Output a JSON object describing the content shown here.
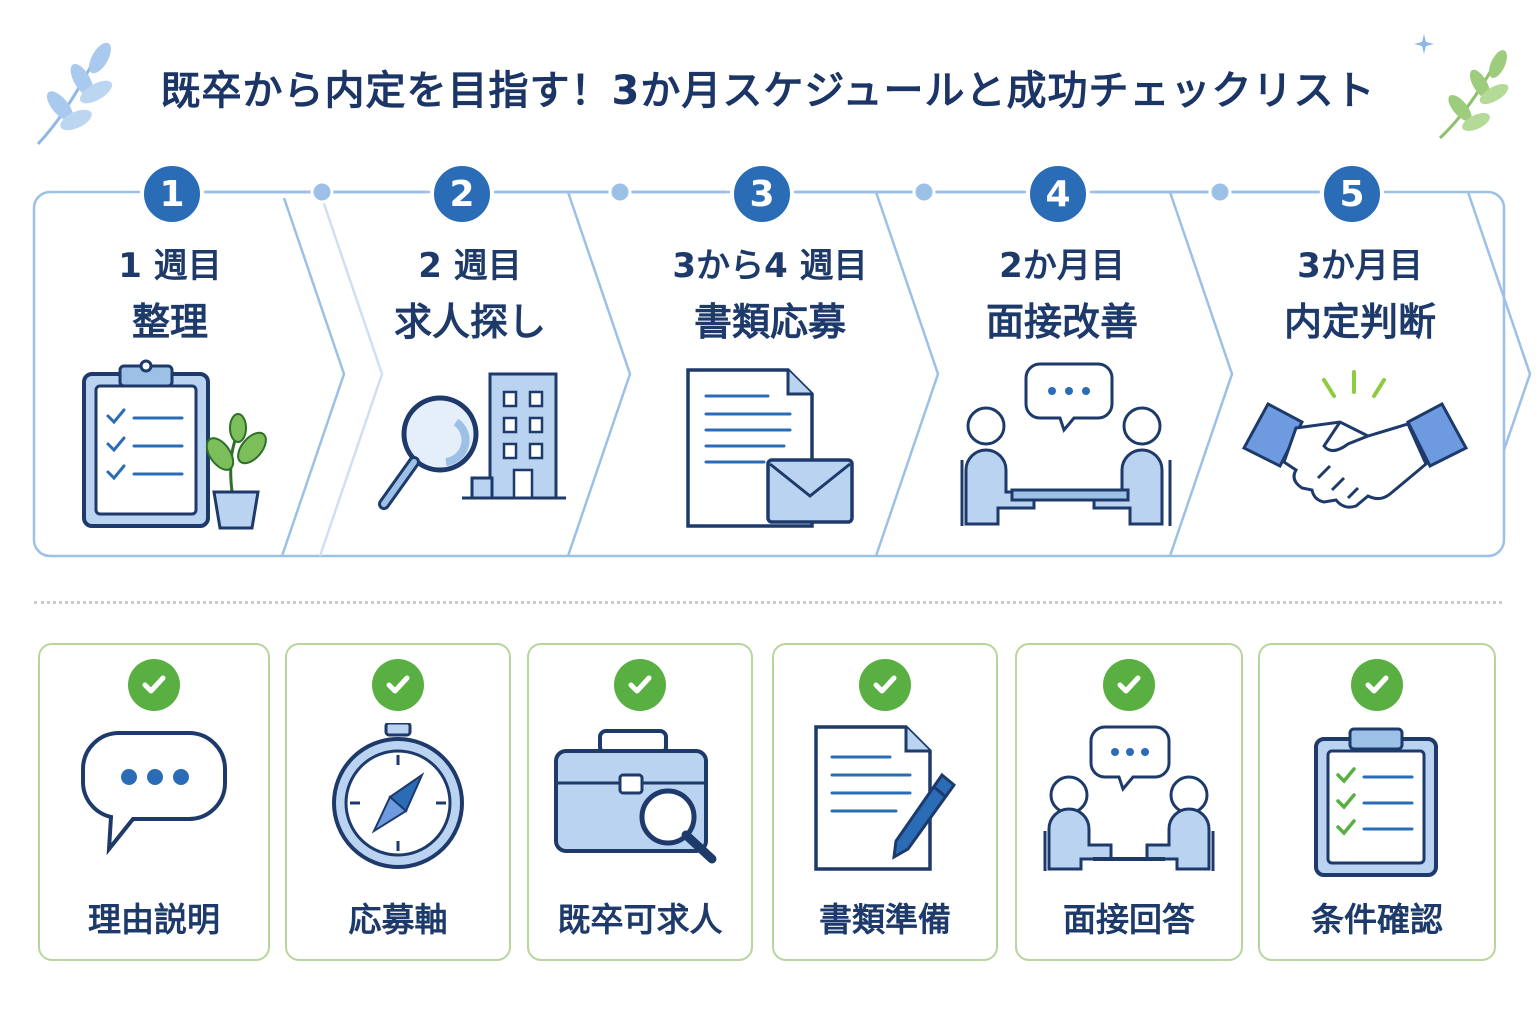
{
  "title": "既卒から内定を目指す！3か月スケジュールと成功チェックリスト",
  "schedule": [
    {
      "number": "1",
      "when": "1 週目",
      "what": "整理",
      "icon": "clipboard-plant-icon"
    },
    {
      "number": "2",
      "when": "2 週目",
      "what": "求人探し",
      "icon": "magnifier-building-icon"
    },
    {
      "number": "3",
      "when": "3から4 週目",
      "what": "書類応募",
      "icon": "document-envelope-icon"
    },
    {
      "number": "4",
      "when": "2か月目",
      "what": "面接改善",
      "icon": "interview-icon"
    },
    {
      "number": "5",
      "when": "3か月目",
      "what": "内定判断",
      "icon": "handshake-icon"
    }
  ],
  "checklist": [
    {
      "label": "理由説明",
      "icon": "speech-bubble-icon"
    },
    {
      "label": "応募軸",
      "icon": "compass-icon"
    },
    {
      "label": "既卒可求人",
      "icon": "briefcase-search-icon"
    },
    {
      "label": "書類準備",
      "icon": "document-pen-icon"
    },
    {
      "label": "面接回答",
      "icon": "meeting-icon"
    },
    {
      "label": "条件確認",
      "icon": "checklist-clipboard-icon"
    }
  ],
  "colors": {
    "primary_blue": "#2a6cb6",
    "outline_blue": "#9cc0e6",
    "navy": "#1d3a6b",
    "green": "#5aaf43",
    "card_green": "#b6d69c"
  }
}
